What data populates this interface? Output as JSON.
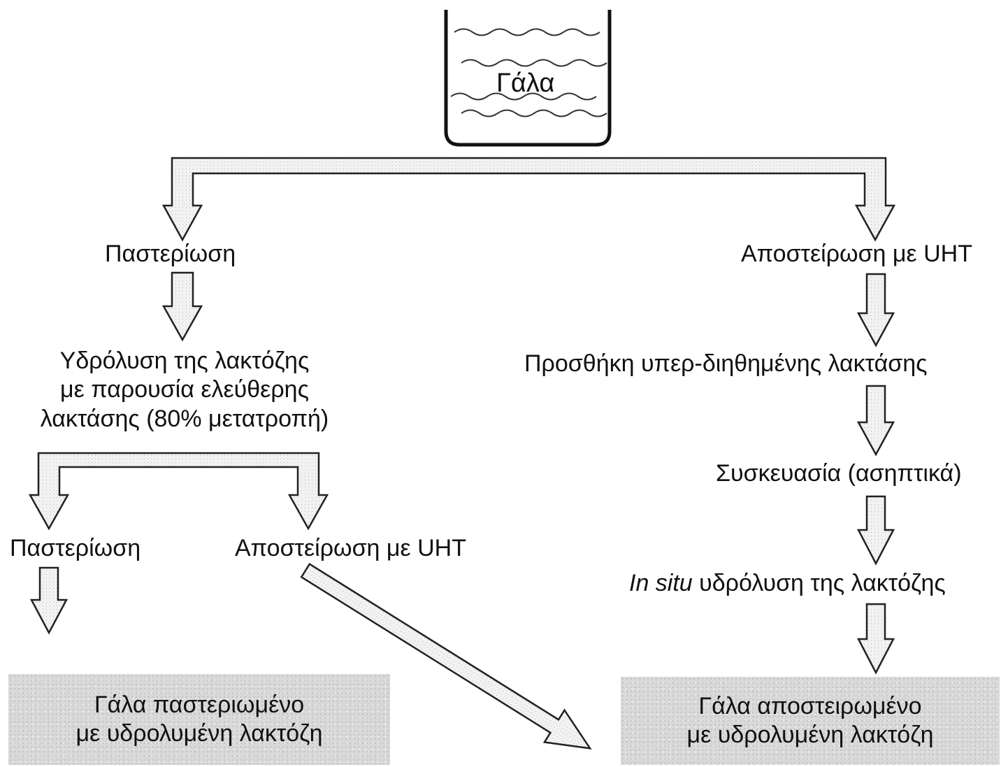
{
  "container": {
    "label": "Γάλα"
  },
  "left_branch": {
    "step1": "Παστερίωση",
    "step2_lines": [
      "Υδρόλυση της λακτόζης",
      "με παρουσία ελεύθερης",
      "λακτάσης (80% μετατροπή)"
    ],
    "sub_left": "Παστερίωση",
    "sub_right": "Αποστείρωση με UHT",
    "result_lines": [
      "Γάλα παστεριωμένο",
      "με υδρολυμένη λακτόζη"
    ]
  },
  "right_branch": {
    "step1": "Αποστείρωση με UHT",
    "step2": "Προσθήκη υπερ-διηθημένης λακτάσης",
    "step3": "Συσκευασία (ασηπτικά)",
    "step4_italic": "In situ",
    "step4_rest": " υδρόλυση της λακτόζης",
    "result_lines": [
      "Γάλα αποστειρωμένο",
      "με υδρολυμένη λακτόζη"
    ]
  },
  "colors": {
    "arrow_fill": "#f2f2f2",
    "arrow_stroke": "#222222",
    "box_fill": "#d9d9d9",
    "text": "#111111"
  }
}
